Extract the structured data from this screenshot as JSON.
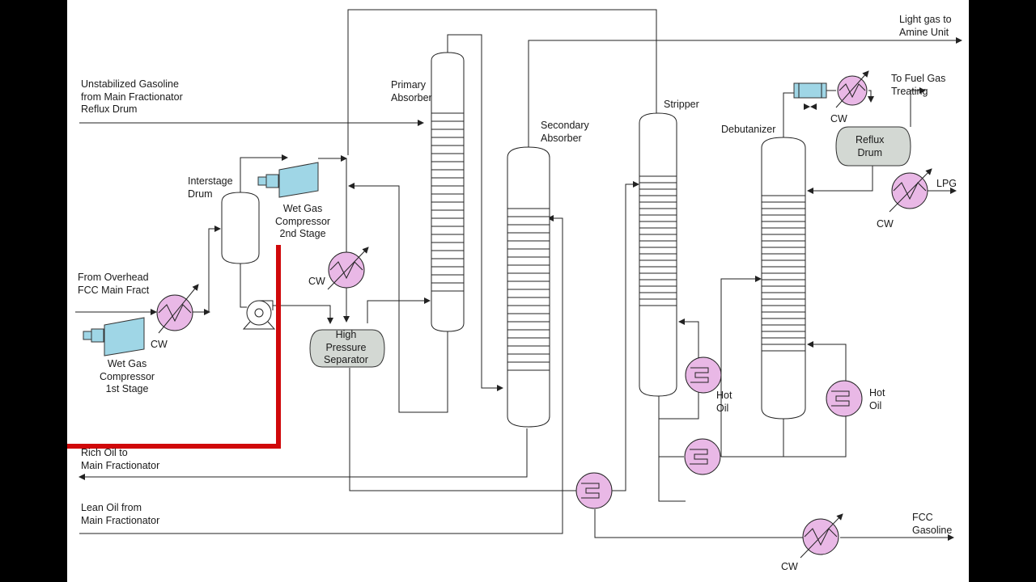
{
  "diagram": {
    "labels": {
      "light_gas": [
        "Light gas to",
        "Amine Unit"
      ],
      "unstab_gasoline": [
        "Unstabilized Gasoline",
        "from Main Fractionator",
        "Reflux Drum"
      ],
      "primary_absorber": [
        "Primary",
        "Absorber"
      ],
      "secondary_absorber": [
        "Secondary",
        "Absorber"
      ],
      "stripper": "Stripper",
      "debutanizer": "Debutanizer",
      "fuel_gas": [
        "To Fuel Gas",
        "Treating"
      ],
      "reflux_drum": [
        "Reflux",
        "Drum"
      ],
      "lpg": "LPG",
      "interstage_drum": [
        "Interstage",
        "Drum"
      ],
      "comp2": [
        "Wet Gas",
        "Compressor",
        "2nd Stage"
      ],
      "from_overhead": [
        "From Overhead",
        "FCC Main Fract"
      ],
      "comp1": [
        "Wet Gas",
        "Compressor",
        "1st Stage"
      ],
      "hp_sep": [
        "High",
        "Pressure",
        "Separator"
      ],
      "rich_oil": [
        "Rich Oil to",
        "Main Fractionator"
      ],
      "lean_oil": [
        "Lean Oil from",
        "Main Fractionator"
      ],
      "hot_oil_stripper": [
        "Hot",
        "Oil"
      ],
      "hot_oil_debut": [
        "Hot",
        "Oil"
      ],
      "fcc_gasoline": [
        "FCC",
        "Gasoline"
      ],
      "cw_comp1": "CW",
      "cw_comp2": "CW",
      "cw_top": "CW",
      "cw_lpg": "CW",
      "cw_bottom": "CW"
    },
    "colors": {
      "exchanger": "#e9b8e6",
      "drum": "#d3d8d3",
      "compressor": "#9fd6e6",
      "highlight": "#d0080a"
    }
  }
}
